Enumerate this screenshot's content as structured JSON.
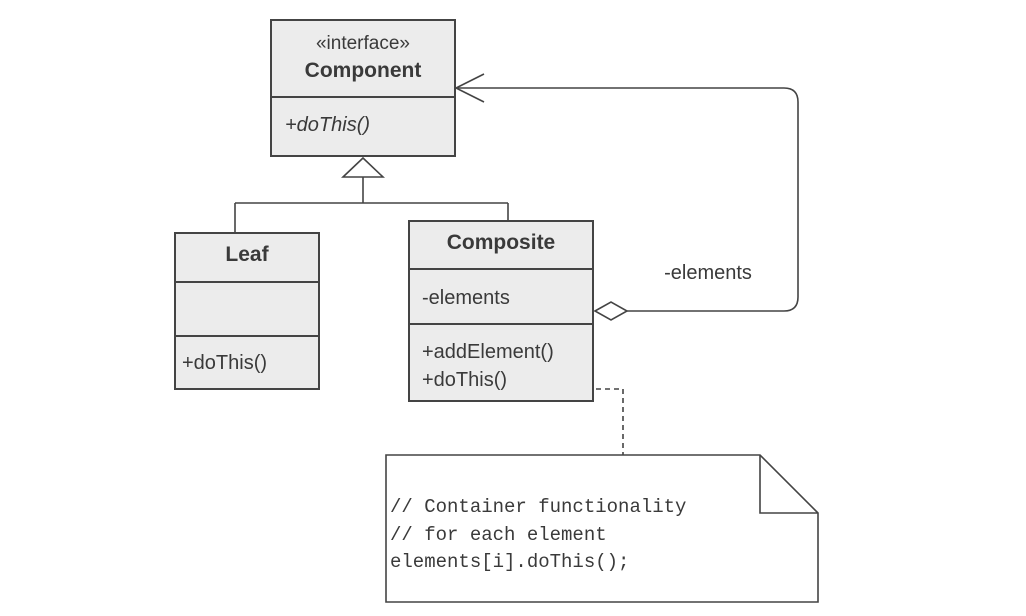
{
  "component": {
    "stereotype": "«interface»",
    "name": "Component",
    "operation": "+doThis()"
  },
  "leaf": {
    "name": "Leaf",
    "operation": "+doThis()"
  },
  "composite": {
    "name": "Composite",
    "attribute": "-elements",
    "operations": [
      "+addElement()",
      "+doThis()"
    ]
  },
  "aggregation": {
    "role_label": "-elements"
  },
  "note": {
    "lines": [
      "// Container functionality",
      "// for each element",
      "elements[i].doThis();"
    ]
  }
}
